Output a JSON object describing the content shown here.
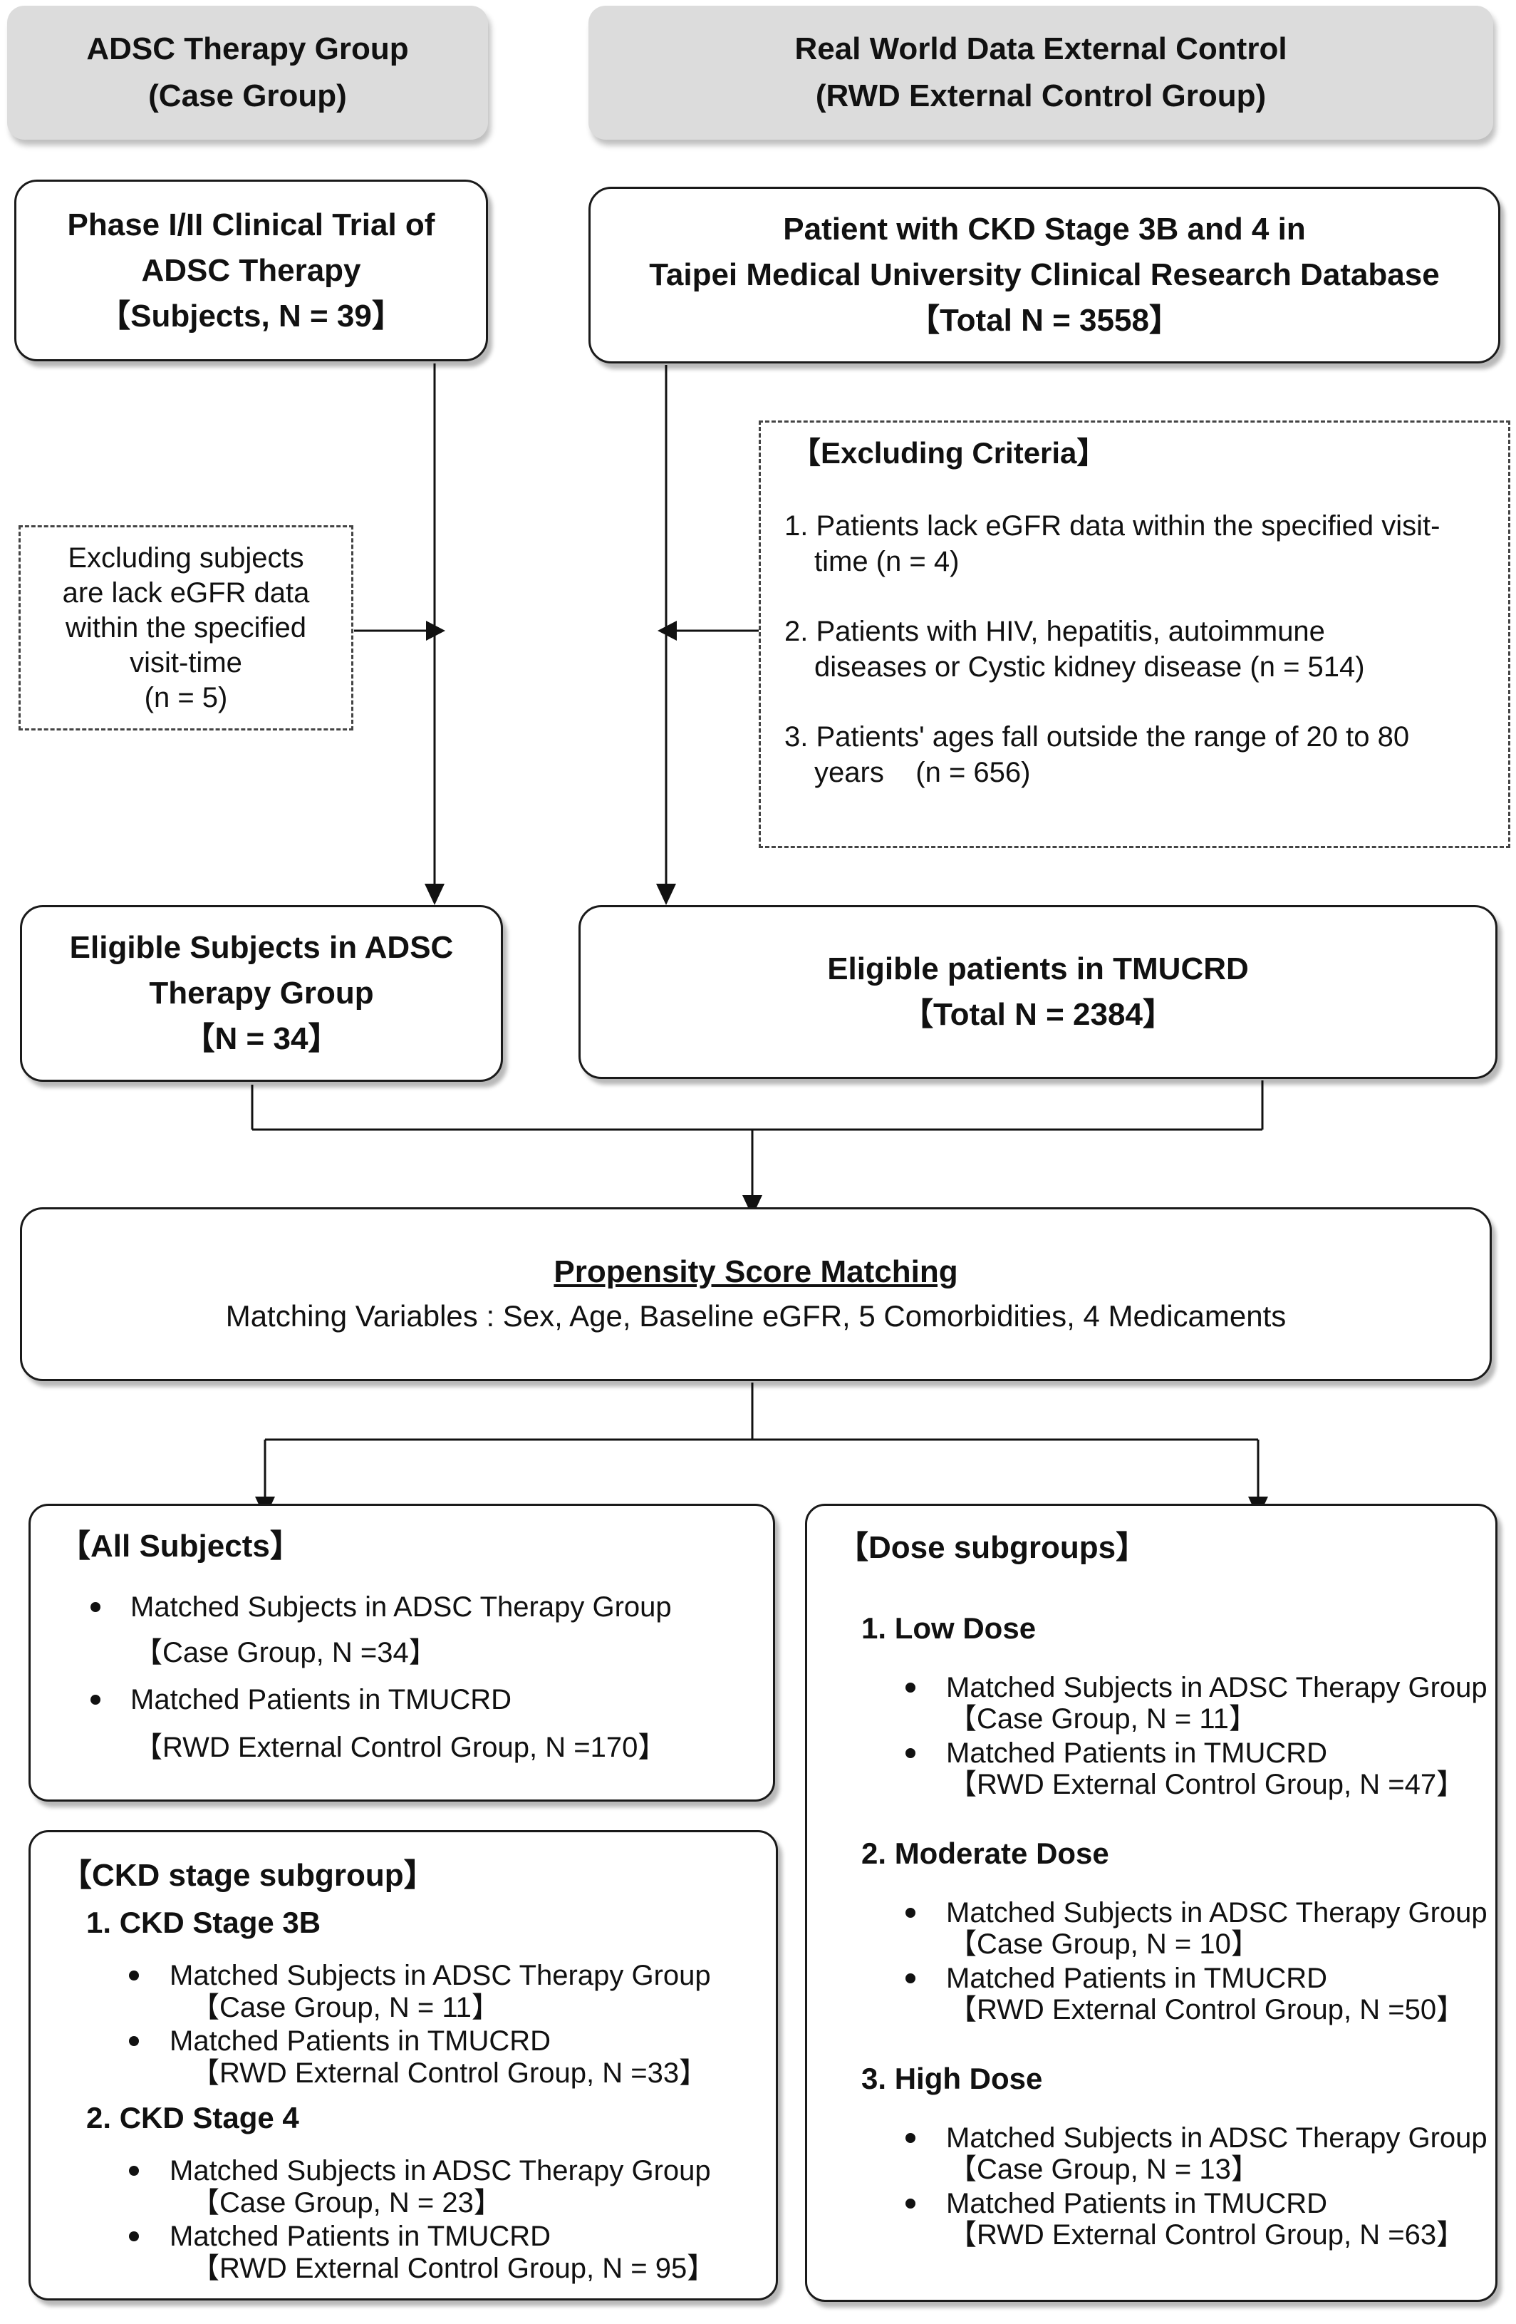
{
  "headers": {
    "case": [
      "ADSC Therapy Group",
      "(Case Group)"
    ],
    "rwd": [
      "Real World Data External Control",
      "(RWD External Control Group)"
    ]
  },
  "trial_box": [
    "Phase I/II Clinical Trial of",
    "ADSC Therapy",
    "【Subjects, N = 39】"
  ],
  "database_box": [
    "Patient with CKD Stage 3B and 4 in",
    "Taipei Medical University Clinical Research Database",
    "【Total N = 3558】"
  ],
  "case_exclusion": [
    "Excluding subjects",
    "are lack eGFR data",
    "within the specified",
    "visit-time",
    "(n = 5)"
  ],
  "rwd_exclusion": {
    "title": "【Excluding Criteria】",
    "lines": [
      "1. Patients lack eGFR data within the specified visit-",
      "time (n = 4)",
      "2. Patients with HIV, hepatitis, autoimmune",
      "diseases or Cystic kidney disease (n = 514)",
      "3. Patients' ages fall outside the range of 20 to 80",
      "years    (n = 656)"
    ]
  },
  "eligible_case": [
    "Eligible Subjects in ADSC",
    "Therapy Group",
    "【N = 34】"
  ],
  "eligible_rwd": [
    "Eligible patients in TMUCRD",
    "【Total N = 2384】"
  ],
  "psm": {
    "title": "Propensity Score Matching",
    "variables": "Matching Variables : Sex, Age, Baseline eGFR, 5 Comorbidities, 4 Medicaments"
  },
  "all_subjects": {
    "title": "【All Subjects】",
    "items": [
      {
        "label": "Matched Subjects in ADSC Therapy Group",
        "detail": "【Case Group, N =34】"
      },
      {
        "label": "Matched Patients in TMUCRD",
        "detail": "【RWD External Control Group, N =170】"
      }
    ]
  },
  "ckd_subgroup": {
    "title": "【CKD stage subgroup】",
    "groups": [
      {
        "heading": "1. CKD Stage 3B",
        "items": [
          {
            "label": "Matched Subjects in ADSC Therapy Group",
            "detail": "【Case Group, N = 11】"
          },
          {
            "label": "Matched Patients in TMUCRD",
            "detail": "【RWD External Control Group, N =33】"
          }
        ]
      },
      {
        "heading": "2. CKD Stage 4",
        "items": [
          {
            "label": "Matched Subjects in ADSC Therapy Group",
            "detail": "【Case Group, N = 23】"
          },
          {
            "label": "Matched Patients in TMUCRD",
            "detail": "【RWD External Control Group, N = 95】"
          }
        ]
      }
    ]
  },
  "dose_subgroups": {
    "title": "【Dose subgroups】",
    "groups": [
      {
        "heading": "1. Low Dose",
        "items": [
          {
            "label": "Matched Subjects in ADSC Therapy Group",
            "detail": "【Case Group, N = 11】"
          },
          {
            "label": "Matched Patients in TMUCRD",
            "detail": "【RWD External Control Group, N =47】"
          }
        ]
      },
      {
        "heading": "2. Moderate Dose",
        "items": [
          {
            "label": "Matched Subjects in ADSC Therapy Group",
            "detail": "【Case Group, N = 10】"
          },
          {
            "label": "Matched Patients in TMUCRD",
            "detail": "【RWD External Control Group, N =50】"
          }
        ]
      },
      {
        "heading": "3. High Dose",
        "items": [
          {
            "label": "Matched Subjects in ADSC Therapy Group",
            "detail": "【Case Group, N = 13】"
          },
          {
            "label": "Matched Patients in TMUCRD",
            "detail": "【RWD External Control Group, N =63】"
          }
        ]
      }
    ]
  }
}
